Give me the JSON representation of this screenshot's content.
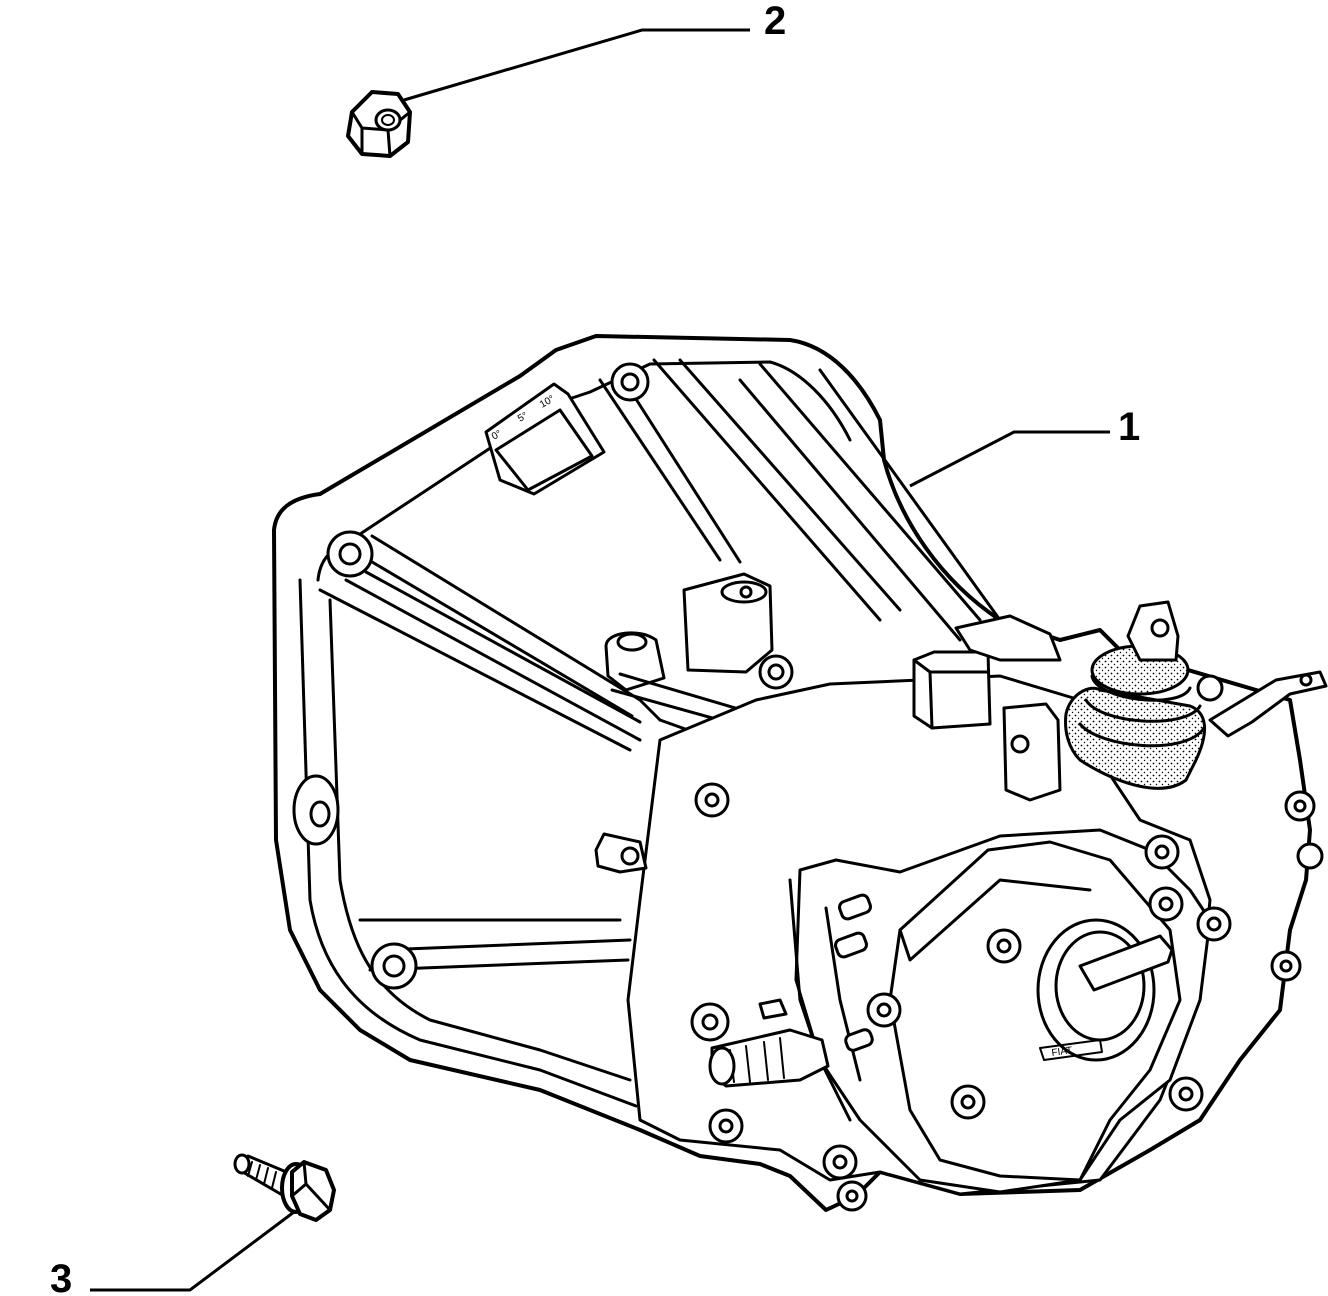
{
  "callouts": {
    "part_1": "1",
    "part_2": "2",
    "part_3": "3"
  },
  "scale_marks": [
    "0°",
    "5°",
    "10°"
  ],
  "logo_text": "FIAT",
  "icons": {
    "nut": "hex-nut-icon",
    "bolt": "flange-bolt-icon",
    "gearbox": "gearbox-housing-icon"
  },
  "colors": {
    "line": "#000000",
    "background": "#ffffff"
  }
}
